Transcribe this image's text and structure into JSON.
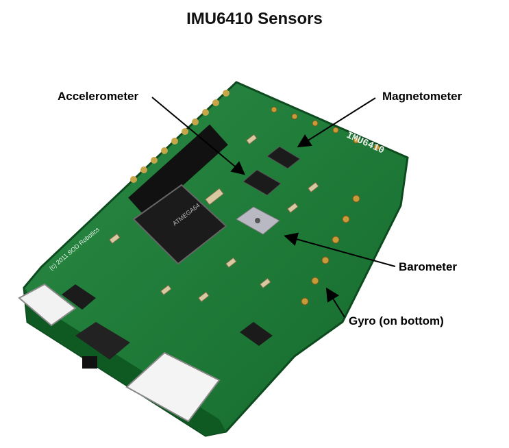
{
  "title": "IMU6410 Sensors",
  "labels": {
    "accelerometer": "Accelerometer",
    "magnetometer": "Magnetometer",
    "barometer": "Barometer",
    "gyro": "Gyro (on bottom)"
  },
  "board_text": {
    "board_name": "IMU6410",
    "copyright": "(c) 2011 SOD Robotics"
  },
  "colors": {
    "pcb": "#1f7a3a",
    "pcb_dark": "#125a26",
    "silkscreen": "#e8f0e8",
    "chip": "#1b1b1b"
  }
}
